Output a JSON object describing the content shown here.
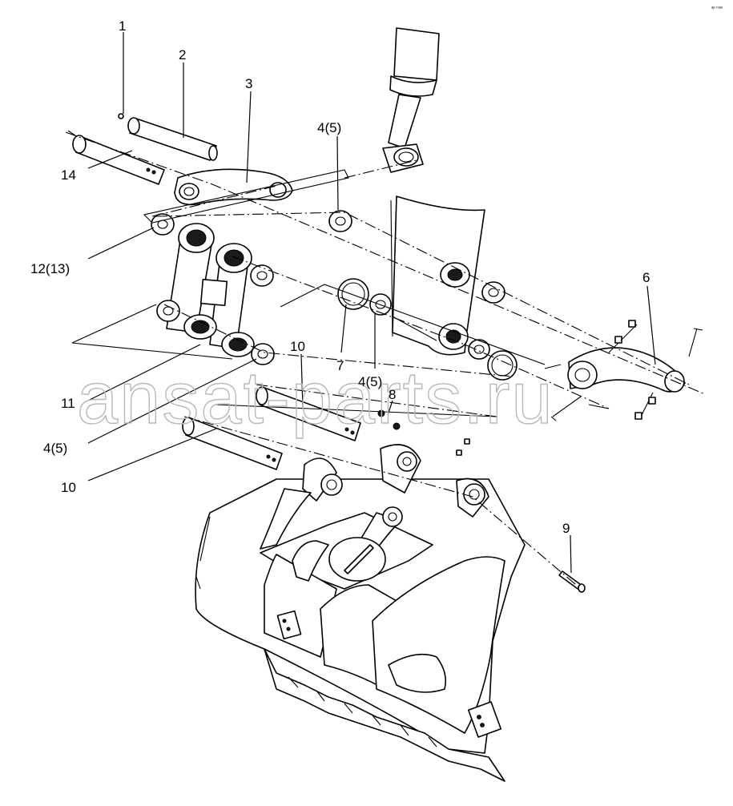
{
  "callouts": {
    "c1": "1",
    "c2": "2",
    "c3": "3",
    "c4a": "4(5)",
    "c4b": "4(5)",
    "c4c": "4(5)",
    "c6": "6",
    "c7": "7",
    "c8": "8",
    "c9": "9",
    "c10a": "10",
    "c10b": "10",
    "c11": "11",
    "c12": "12(13)",
    "c14": "14"
  },
  "watermark": "ansat-parts.ru",
  "corner_mark": "ᵃᵖ ʳⁿᵃˢ"
}
